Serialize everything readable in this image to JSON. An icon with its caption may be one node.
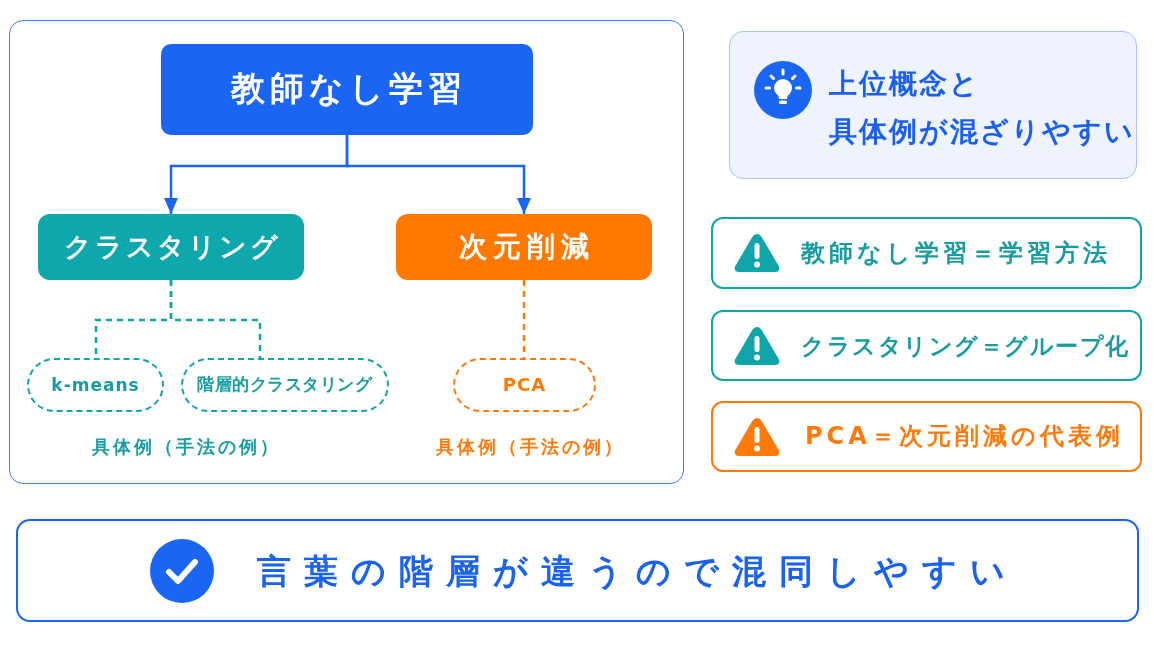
{
  "diagram": {
    "nodes": [
      {
        "text": [],
        "shape": "box"
      },
      {
        "text": [
          "教師なし学習"
        ],
        "in": 0
      },
      {
        "text": [
          "クラスタリング"
        ],
        "in": 0
      },
      {
        "text": [
          "次元削減"
        ],
        "in": 0
      },
      {
        "text": [
          "k-means"
        ],
        "in": 0
      },
      {
        "text": [
          "階層的クラスタリング"
        ],
        "in": 0
      },
      {
        "text": [
          "PCA"
        ],
        "in": 0
      },
      {
        "text": [
          "上位概念と具体例が混ざりやすい"
        ]
      },
      {
        "text": [
          "教師なし学習＝学習方法"
        ]
      },
      {
        "text": [
          "クラスタリング＝グループ化"
        ]
      },
      {
        "text": [
          "PCA＝次元削減の代表例"
        ]
      },
      {
        "text": [
          "言葉の階層が違うので混同しやすい"
        ]
      }
    ],
    "edges": [
      {
        "from": 1,
        "to": 2,
        "arrow": "to"
      },
      {
        "from": 1,
        "to": 3,
        "arrow": "to"
      },
      {
        "from": 2,
        "to": 4,
        "arrow": "none",
        "style": "dashed",
        "color": "#11a5a9"
      },
      {
        "from": 2,
        "to": 5,
        "arrow": "none",
        "style": "dashed",
        "color": "#11a5a9"
      },
      {
        "from": 3,
        "to": 6,
        "arrow": "none",
        "style": "dashed",
        "color": "#ff7a0a"
      }
    ],
    "labels": [
      "具体例（手法の例）",
      "具体例（手法の例）"
    ]
  }
}
